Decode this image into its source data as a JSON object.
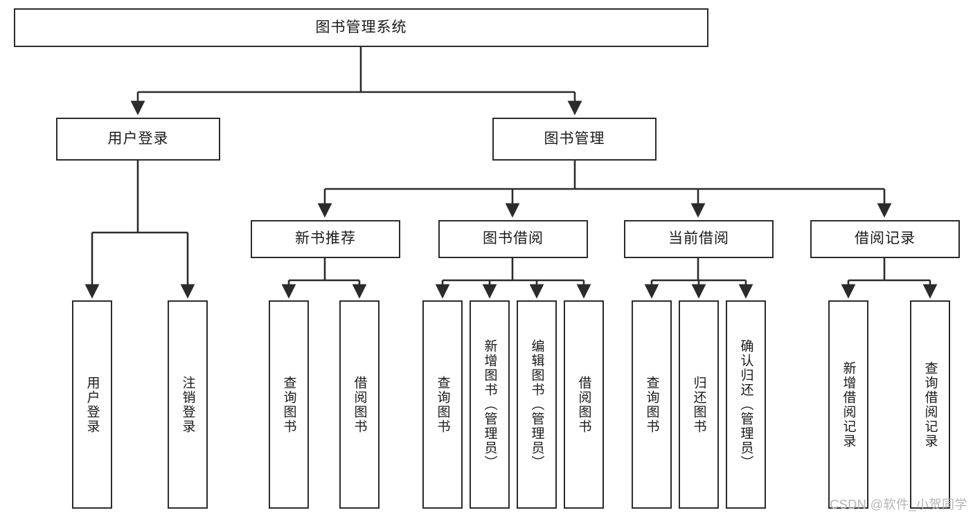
{
  "diagram": {
    "title_node": {
      "id": "root",
      "label": "图书管理系统"
    },
    "level2": [
      {
        "id": "user-login",
        "label": "用户登录"
      },
      {
        "id": "book-manage",
        "label": "图书管理"
      }
    ],
    "level3": [
      {
        "id": "new-book-recommend",
        "label": "新书推荐"
      },
      {
        "id": "book-borrow",
        "label": "图书借阅"
      },
      {
        "id": "current-borrow",
        "label": "当前借阅"
      },
      {
        "id": "borrow-record",
        "label": "借阅记录"
      }
    ],
    "leaves": {
      "user_login": [
        {
          "id": "leaf-user-login",
          "label": "用户登录"
        },
        {
          "id": "leaf-logout",
          "label": "注销登录"
        }
      ],
      "new_book_recommend": [
        {
          "id": "leaf-query-book-1",
          "label": "查询图书"
        },
        {
          "id": "leaf-borrow-book-1",
          "label": "借阅图书"
        }
      ],
      "book_borrow": [
        {
          "id": "leaf-query-book-2",
          "label": "查询图书"
        },
        {
          "id": "leaf-add-book",
          "label": "新增图书（管理员）"
        },
        {
          "id": "leaf-edit-book",
          "label": "编辑图书（管理员）"
        },
        {
          "id": "leaf-borrow-book-2",
          "label": "借阅图书"
        }
      ],
      "current_borrow": [
        {
          "id": "leaf-query-book-3",
          "label": "查询图书"
        },
        {
          "id": "leaf-return-book",
          "label": "归还图书"
        },
        {
          "id": "leaf-confirm-return",
          "label": "确认归还（管理员）"
        }
      ],
      "borrow_record": [
        {
          "id": "leaf-add-record",
          "label": "新增借阅记录"
        },
        {
          "id": "leaf-query-record",
          "label": "查询借阅记录"
        }
      ]
    }
  },
  "watermark": {
    "text": "CSDN @软件_小贺同学"
  },
  "colors": {
    "background": "#ffffff",
    "box_border": "#2b2b2b",
    "box_fill": "#ffffff",
    "connector": "#2b2b2b",
    "text": "#1a1a1a",
    "watermark": "#b4b4b4"
  }
}
